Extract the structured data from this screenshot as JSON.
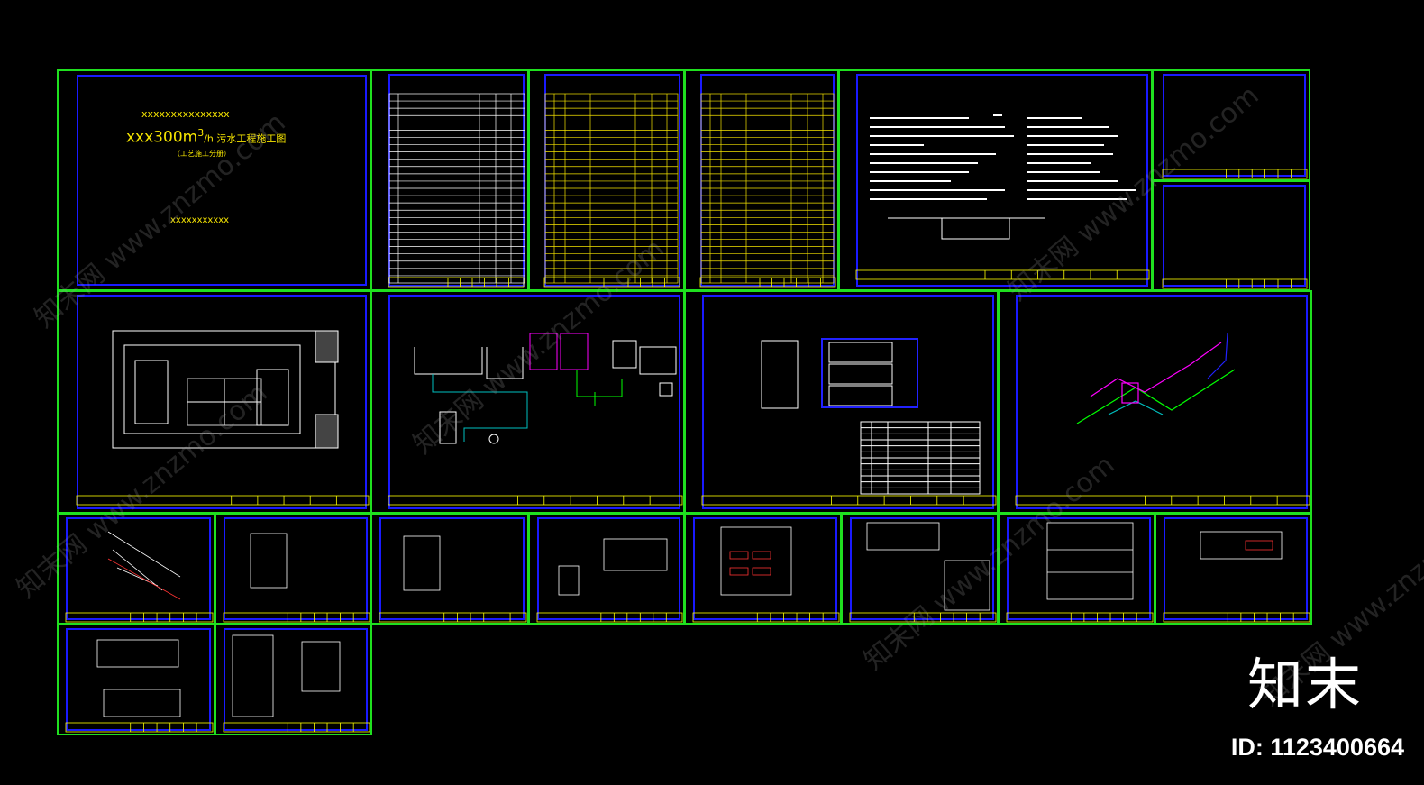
{
  "cover": {
    "line1": "xxxxxxxxxxxxxxx",
    "line2_prefix": "xxx300m",
    "line2_sup": "3",
    "line2_suffix": "/h 污水工程施工图",
    "line3": "（工艺施工分册）",
    "line4": "xxxxxxxxxxx"
  },
  "watermark": {
    "text": "知末网 www.znzmo.com"
  },
  "brand": {
    "name": "知末",
    "id": "ID: 1123400664"
  },
  "colors": {
    "sheet_border": "#1fe01f",
    "frame": "#1a1aff",
    "text": "#f5e400",
    "bg": "#000000"
  }
}
